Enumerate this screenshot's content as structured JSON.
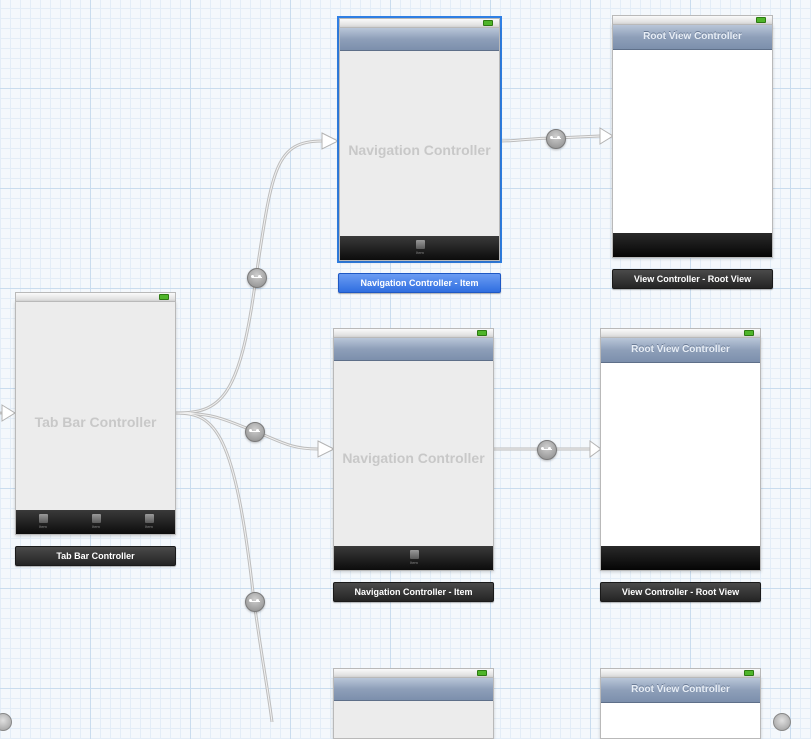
{
  "tab_bar_controller": {
    "title": "Tab Bar Controller",
    "label": "Tab Bar Controller",
    "tab_items": [
      "Item",
      "Item",
      "Item"
    ]
  },
  "nav_controller_1": {
    "title": "Navigation Controller",
    "label": "Navigation Controller - Item",
    "tab_item": "Item",
    "selected": true
  },
  "nav_controller_2": {
    "title": "Navigation Controller",
    "label": "Navigation Controller - Item",
    "tab_item": "Item"
  },
  "root_vc_1": {
    "navbar_title": "Root View Controller",
    "label": "View Controller - Root View"
  },
  "root_vc_2": {
    "navbar_title": "Root View Controller",
    "label": "View Controller - Root View"
  },
  "root_vc_3": {
    "navbar_title": "Root View Controller"
  },
  "colors": {
    "selection": "#2f7fe4",
    "navbar": "#8e9fb9",
    "segue_line": "#c4c4c4",
    "canvas_grid": "#c9dcee"
  },
  "icons": {
    "segue": "segue-relationship-icon",
    "tab": "tab-item-icon",
    "battery": "battery-icon",
    "entry_arrow": "entry-point-arrow-icon"
  }
}
